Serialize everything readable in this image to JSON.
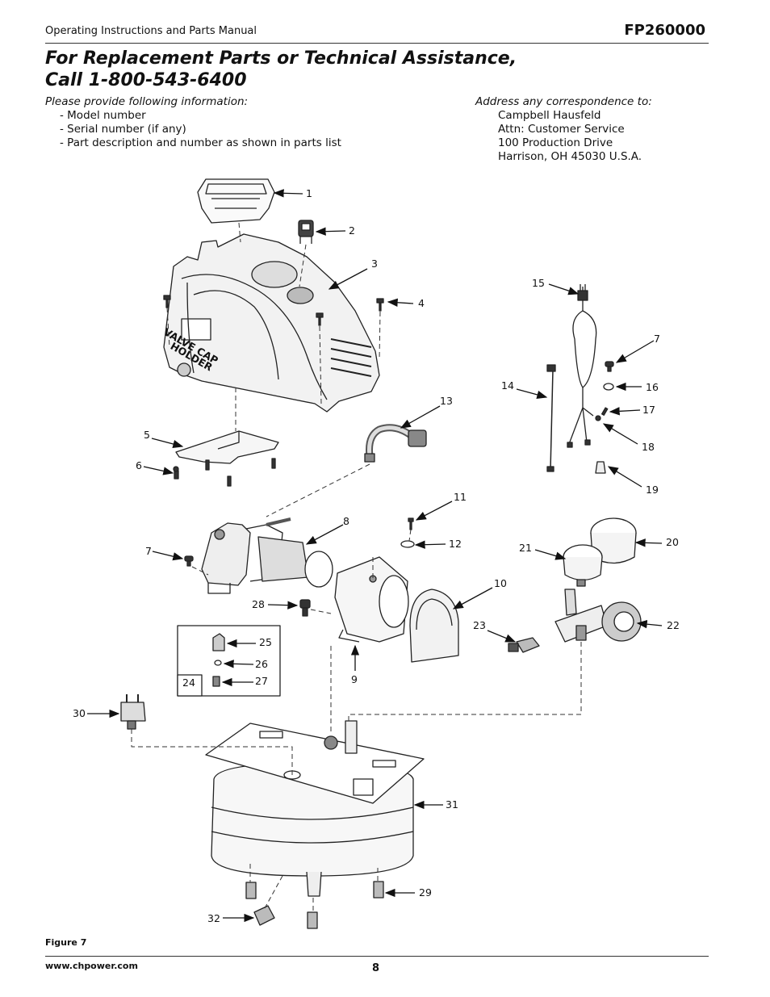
{
  "header": {
    "manual_title": "Operating Instructions and Parts Manual",
    "model": "FP260000"
  },
  "title": {
    "line1": "For Replacement Parts or Technical Assistance,",
    "line2": "Call 1-800-543-6400"
  },
  "info": {
    "lead": "Please provide following information:",
    "items": [
      "- Model number",
      "- Serial number (if any)",
      "- Part description and number as shown in parts list"
    ]
  },
  "address": {
    "lead": "Address any correspondence to:",
    "lines": [
      "Campbell Hausfeld",
      "Attn: Customer Service",
      "100 Production Drive",
      "Harrison, OH  45030  U.S.A."
    ]
  },
  "diagram": {
    "callouts": [
      "1",
      "2",
      "3",
      "4",
      "5",
      "6",
      "7",
      "8",
      "7",
      "9",
      "10",
      "11",
      "12",
      "13",
      "14",
      "15",
      "16",
      "17",
      "18",
      "19",
      "20",
      "21",
      "22",
      "23",
      "24",
      "25",
      "26",
      "27",
      "28",
      "29",
      "30",
      "31",
      "32"
    ],
    "cover_text": [
      "VALVE CAP",
      "HOLDER"
    ]
  },
  "footer": {
    "figure_label": "Figure 7",
    "website": "www.chpower.com",
    "page_number": "8"
  }
}
